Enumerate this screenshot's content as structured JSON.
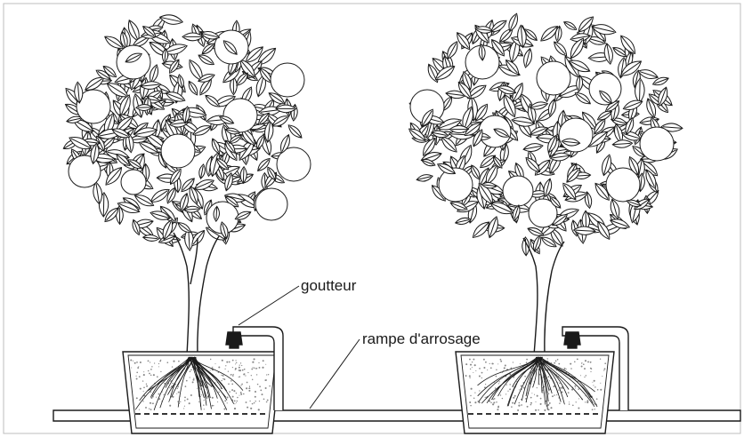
{
  "labels": {
    "dripper": "goutteur",
    "irrigation_line": "rampe d'arrosage"
  },
  "colors": {
    "ink": "#1a1a1a",
    "background": "#ffffff",
    "soil_dot": "#888888"
  },
  "icons": [
    "orange-tree",
    "planter-pot",
    "dripper-icon",
    "irrigation-pipe"
  ]
}
